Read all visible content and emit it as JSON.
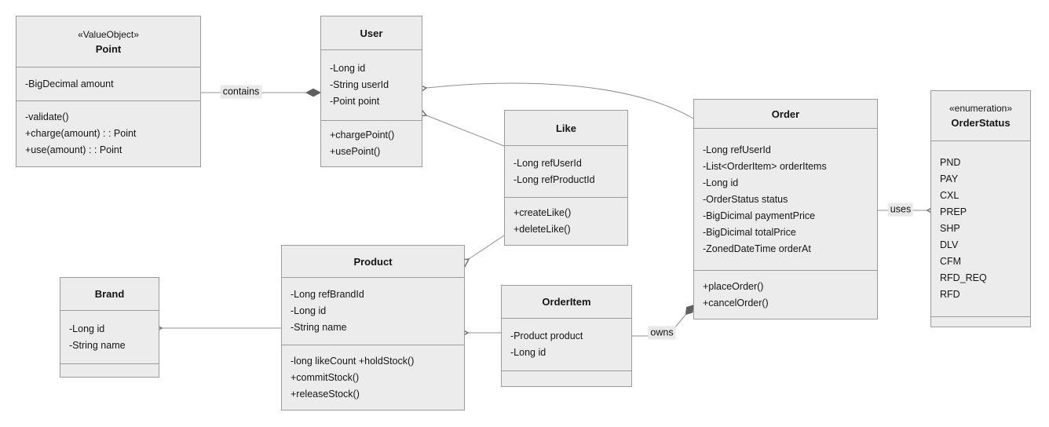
{
  "diagram": {
    "classes": {
      "point": {
        "stereotype": "«ValueObject»",
        "name": "Point",
        "attributes": [
          "-BigDecimal amount"
        ],
        "methods": [
          "-validate()",
          "+charge(amount) : : Point",
          "+use(amount) : : Point"
        ]
      },
      "user": {
        "name": "User",
        "attributes": [
          "-Long id",
          "-String userId",
          "-Point point"
        ],
        "methods": [
          "+chargePoint()",
          "+usePoint()"
        ]
      },
      "like": {
        "name": "Like",
        "attributes": [
          "-Long refUserId",
          "-Long refProductId"
        ],
        "methods": [
          "+createLike()",
          "+deleteLike()"
        ]
      },
      "order": {
        "name": "Order",
        "attributes": [
          "-Long refUserId",
          "-List<OrderItem> orderItems",
          "-Long id",
          "-OrderStatus status",
          "-BigDicimal paymentPrice",
          "-BigDicimal totalPrice",
          "-ZonedDateTime orderAt"
        ],
        "methods": [
          "+placeOrder()",
          "+cancelOrder()"
        ]
      },
      "orderstatus": {
        "stereotype": "«enumeration»",
        "name": "OrderStatus",
        "attributes": [
          "PND",
          "PAY",
          "CXL",
          "PREP",
          "SHP",
          "DLV",
          "CFM",
          "RFD_REQ",
          "RFD"
        ],
        "methods": []
      },
      "brand": {
        "name": "Brand",
        "attributes": [
          "-Long id",
          "-String name"
        ],
        "methods": []
      },
      "product": {
        "name": "Product",
        "attributes": [
          "-Long refBrandId",
          "-Long id",
          "-String name"
        ],
        "methods": [
          "-long likeCount +holdStock()",
          "+commitStock()",
          "+releaseStock()"
        ]
      },
      "orderitem": {
        "name": "OrderItem",
        "attributes": [
          "-Product product",
          "-Long id"
        ],
        "methods": []
      }
    },
    "relationships": [
      {
        "from": "Point",
        "to": "User",
        "label": "contains",
        "type": "composition"
      },
      {
        "from": "Order",
        "to": "User",
        "label": "",
        "type": "arrow"
      },
      {
        "from": "Like",
        "to": "User",
        "label": "",
        "type": "arrow"
      },
      {
        "from": "Like",
        "to": "Product",
        "label": "",
        "type": "arrow"
      },
      {
        "from": "OrderItem",
        "to": "Product",
        "label": "",
        "type": "arrow"
      },
      {
        "from": "Product",
        "to": "Brand",
        "label": "",
        "type": "arrow"
      },
      {
        "from": "Order",
        "to": "OrderStatus",
        "label": "uses",
        "type": "arrow"
      },
      {
        "from": "OrderItem",
        "to": "Order",
        "label": "owns",
        "type": "composition"
      }
    ],
    "colors": {
      "box_fill": "#ececec",
      "box_border": "#9b9b9b",
      "line": "#8f8f8f",
      "arrow": "#696969",
      "diamond": "#5f5f5f",
      "label_bg": "#e9e9e9",
      "background": "#ffffff"
    }
  }
}
